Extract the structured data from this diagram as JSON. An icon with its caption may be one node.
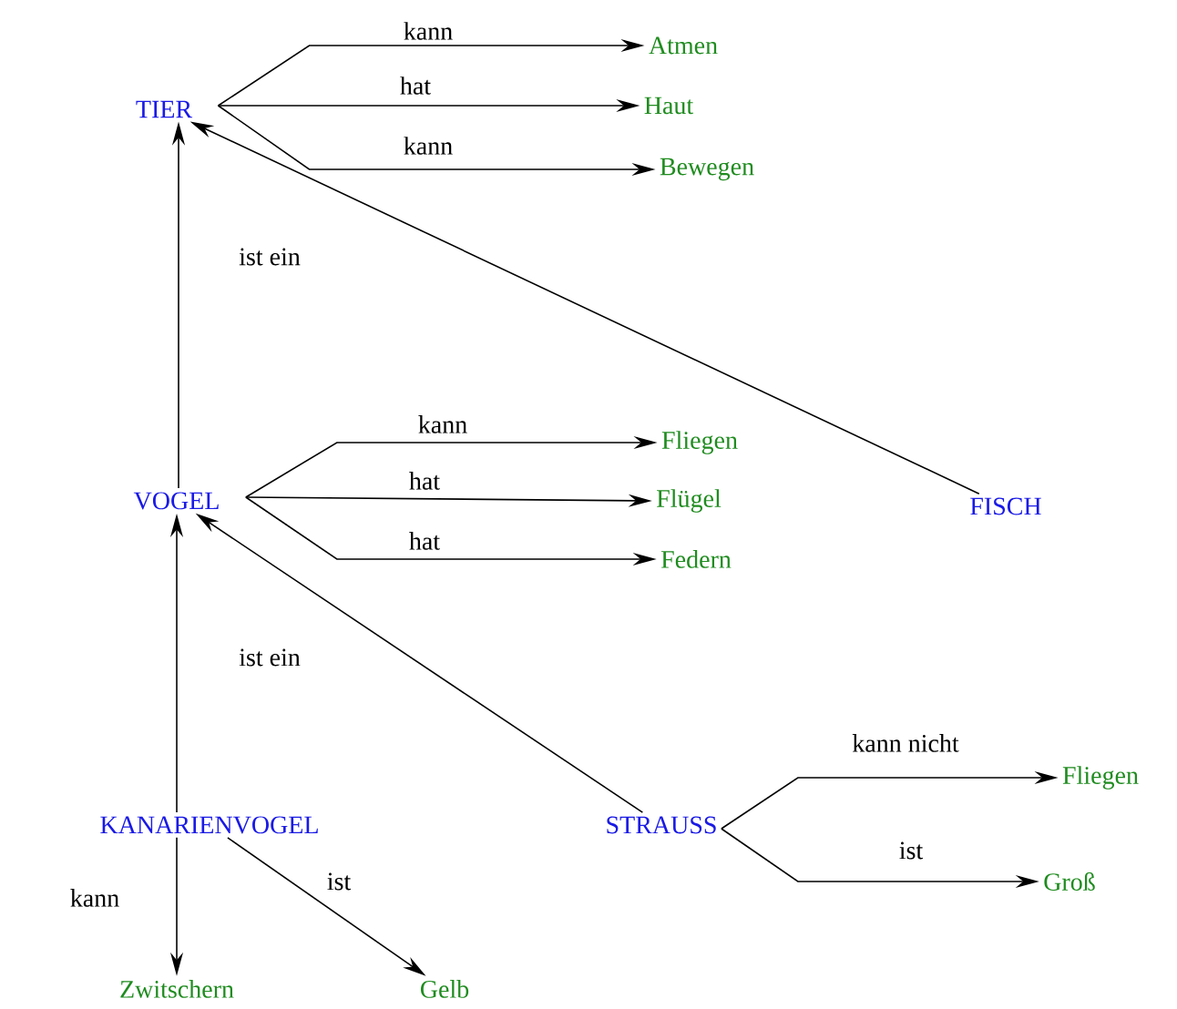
{
  "diagram": {
    "nodes": [
      {
        "text": [
          "TIER"
        ]
      },
      {
        "text": [
          "Atmen"
        ]
      },
      {
        "text": [
          "Haut"
        ]
      },
      {
        "text": [
          "Bewegen"
        ]
      },
      {
        "text": [
          "VOGEL"
        ]
      },
      {
        "text": [
          "Fliegen"
        ]
      },
      {
        "text": [
          "Flügel"
        ]
      },
      {
        "text": [
          "Federn"
        ]
      },
      {
        "text": [
          "FISCH"
        ]
      },
      {
        "text": [
          "KANARIENVOGEL"
        ]
      },
      {
        "text": [
          "STRAUSS"
        ]
      },
      {
        "text": [
          "Fliegen"
        ]
      },
      {
        "text": [
          "Groß"
        ]
      },
      {
        "text": [
          "Zwitschern"
        ]
      },
      {
        "text": [
          "Gelb"
        ]
      }
    ],
    "edges": [
      {
        "from": 0,
        "to": 1,
        "arrow": "to",
        "label": "kann"
      },
      {
        "from": 0,
        "to": 2,
        "arrow": "to",
        "label": "hat"
      },
      {
        "from": 0,
        "to": 3,
        "arrow": "to",
        "label": "kann"
      },
      {
        "from": 4,
        "to": 0,
        "arrow": "to",
        "label": "ist ein"
      },
      {
        "from": 4,
        "to": 5,
        "arrow": "to",
        "label": "kann"
      },
      {
        "from": 4,
        "to": 6,
        "arrow": "to",
        "label": "hat"
      },
      {
        "from": 4,
        "to": 7,
        "arrow": "to",
        "label": "hat"
      },
      {
        "from": 8,
        "to": 0,
        "arrow": "to"
      },
      {
        "from": 9,
        "to": 4,
        "arrow": "to",
        "label": "ist ein"
      },
      {
        "from": 10,
        "to": 4,
        "arrow": "to"
      },
      {
        "from": 10,
        "to": 11,
        "arrow": "to",
        "label": "kann nicht"
      },
      {
        "from": 10,
        "to": 12,
        "arrow": "to",
        "label": "ist"
      },
      {
        "from": 9,
        "to": 13,
        "arrow": "to",
        "label": "kann"
      },
      {
        "from": 9,
        "to": 14,
        "arrow": "to",
        "label": "ist"
      }
    ]
  }
}
